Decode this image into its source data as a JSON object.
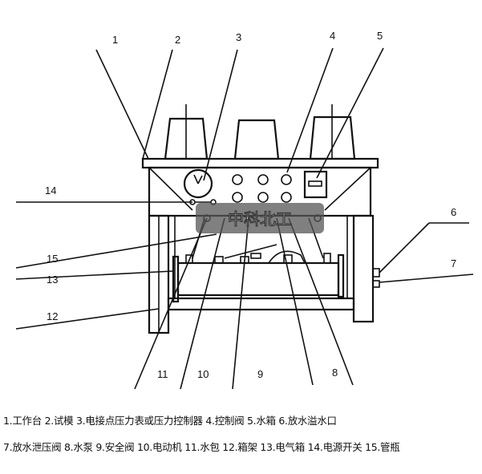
{
  "diagram": {
    "callouts": [
      "1",
      "2",
      "3",
      "4",
      "5",
      "6",
      "7",
      "8",
      "9",
      "10",
      "11",
      "12",
      "13",
      "14",
      "15"
    ],
    "watermark": "中科北工"
  },
  "caption": {
    "line1": "1.工作台 2.试模 3.电接点压力表或压力控制器 4.控制阀 5.水箱 6.放水溢水口",
    "line2": "7.放水泄压阀 8.水泵 9.安全阀 10.电动机 11.水包 12.箱架 13.电气箱 14.电源开关 15.管瓶"
  }
}
